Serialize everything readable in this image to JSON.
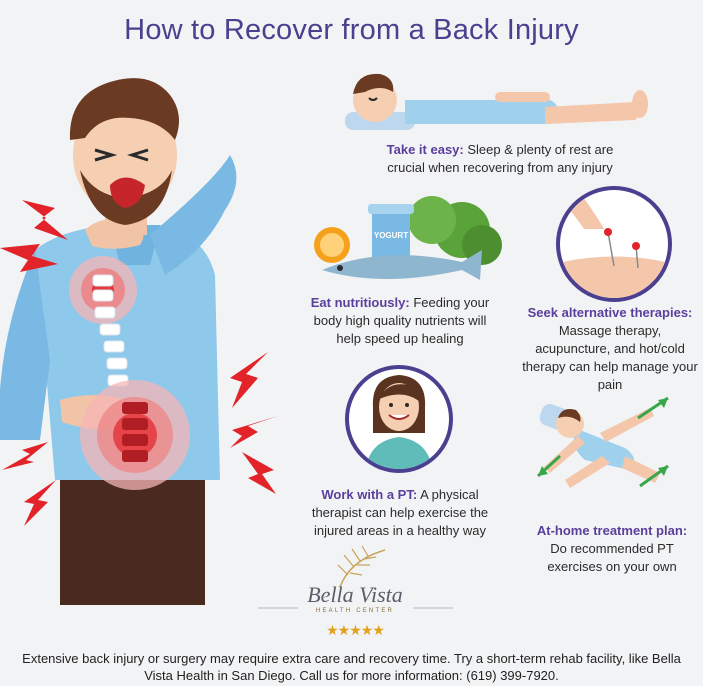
{
  "title": "How to Recover from a Back Injury",
  "tips": [
    {
      "heading": "Take it easy:",
      "text": " Sleep & plenty of rest are crucial when recovering from any injury"
    },
    {
      "heading": "Eat nutritiously:",
      "text": " Feeding your body high quality nutrients will help speed up healing"
    },
    {
      "heading": "Seek alternative therapies:",
      "text": " Massage therapy, acupuncture, and hot/cold therapy can help manage your pain"
    },
    {
      "heading": "Work with a PT:",
      "text": " A physical therapist can help exercise the injured areas in a healthy way"
    },
    {
      "heading": "At-home treatment plan:",
      "text": " Do recommended PT exercises on your own"
    }
  ],
  "yogurt_label": "YOGURT",
  "logo": {
    "name": "Bella Vista",
    "subtitle": "HEALTH CENTER",
    "stars": "★★★★★"
  },
  "footer": "Extensive back injury or surgery may require extra care and recovery time. Try a short-term rehab facility, like Bella Vista Health in San Diego. Call us for more information: (619) 399-7920.",
  "colors": {
    "title": "#4b3f8f",
    "heading": "#5b3f9c",
    "pain": "#e2232a",
    "circle_border": "#4b3f8f",
    "arrow": "#3aa64a"
  }
}
